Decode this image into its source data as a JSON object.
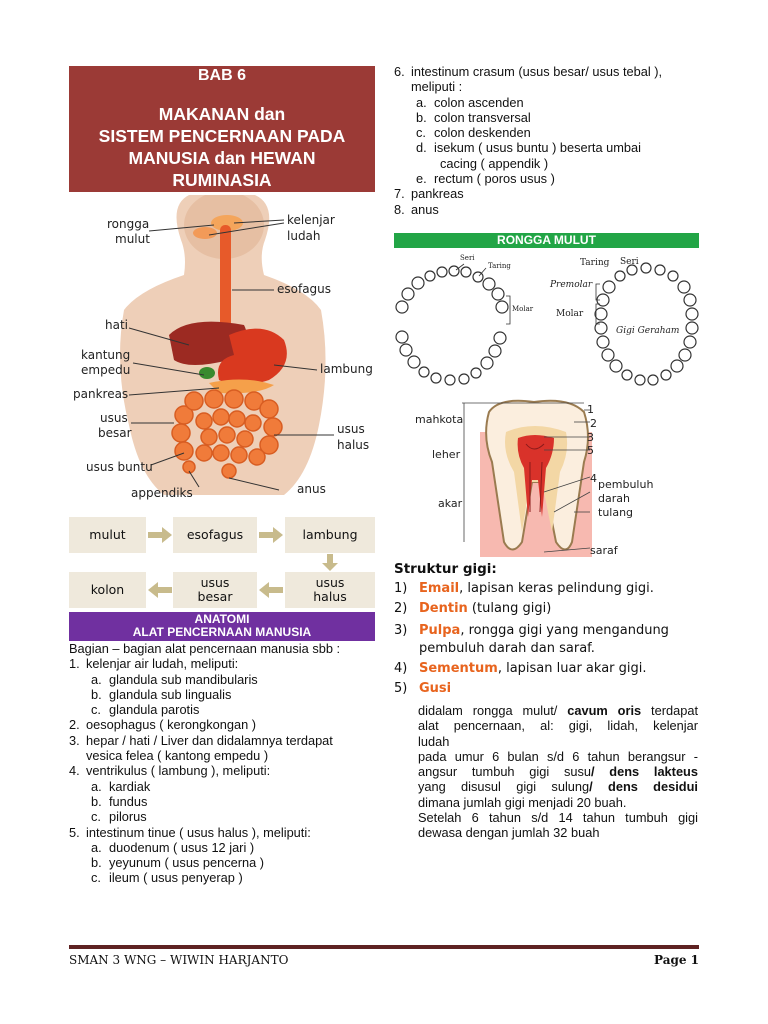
{
  "title": {
    "bab": "BAB 6",
    "line1": "MAKANAN dan",
    "line2": "SISTEM PENCERNAAN PADA",
    "line3": "MANUSIA dan HEWAN",
    "line4": "RUMINASIA"
  },
  "body_labels": {
    "rongga_mulut_1": "rongga",
    "rongga_mulut_2": "mulut",
    "kelenjar_1": "kelenjar",
    "kelenjar_2": "ludah",
    "esofagus": "esofagus",
    "hati": "hati",
    "kantung_1": "kantung",
    "kantung_2": "empedu",
    "lambung": "lambung",
    "pankreas": "pankreas",
    "usus_besar_1": "usus",
    "usus_besar_2": "besar",
    "usus_halus_1": "usus",
    "usus_halus_2": "halus",
    "usus_buntu": "usus buntu",
    "anus": "anus",
    "appendiks": "appendiks"
  },
  "flow": {
    "mulut": "mulut",
    "esofagus": "esofagus",
    "lambung": "lambung",
    "kolon": "kolon",
    "usus_besar_1": "usus",
    "usus_besar_2": "besar",
    "usus_halus_1": "usus",
    "usus_halus_2": "halus"
  },
  "anatomi": {
    "line1": "ANATOMI",
    "line2": "ALAT PENCERNAAN MANUSIA"
  },
  "left_list": [
    {
      "n": "",
      "t": "Bagian – bagian alat pencernaan manusia sbb :",
      "indent": 0
    },
    {
      "n": "1.",
      "t": "kelenjar air ludah, meliputi:",
      "indent": 0
    },
    {
      "n": "a.",
      "t": "glandula sub mandibularis",
      "indent": 1
    },
    {
      "n": "b.",
      "t": "glandula sub lingualis",
      "indent": 1
    },
    {
      "n": "c.",
      "t": "glandula parotis",
      "indent": 1
    },
    {
      "n": "2.",
      "t": "oesophagus ( kerongkongan )",
      "indent": 0
    },
    {
      "n": "3.",
      "t": "hepar / hati / Liver dan didalamnya terdapat",
      "indent": 0
    },
    {
      "n": "",
      "t": "vesica felea ( kantong empedu )",
      "indent": 2
    },
    {
      "n": "4.",
      "t": "ventrikulus ( lambung ), meliputi:",
      "indent": 0
    },
    {
      "n": "a.",
      "t": "kardiak",
      "indent": 1
    },
    {
      "n": "b.",
      "t": "fundus",
      "indent": 1
    },
    {
      "n": "c.",
      "t": "pilorus",
      "indent": 1
    },
    {
      "n": "5.",
      "t": "intestinum tinue ( usus halus ), meliputi:",
      "indent": 0
    },
    {
      "n": "a.",
      "t": "duodenum ( usus 12 jari )",
      "indent": 1
    },
    {
      "n": "b.",
      "t": "yeyunum ( usus pencerna )",
      "indent": 1
    },
    {
      "n": "c.",
      "t": "ileum ( usus penyerap )",
      "indent": 1
    }
  ],
  "right_list": [
    {
      "n": "6.",
      "t": "intestinum crasum (usus besar/ usus tebal ),",
      "indent": 0
    },
    {
      "n": "",
      "t": "meliputi :",
      "indent": 2
    },
    {
      "n": "a.",
      "t": "colon ascenden",
      "indent": 1
    },
    {
      "n": "b.",
      "t": "colon transversal",
      "indent": 1
    },
    {
      "n": "c.",
      "t": "colon deskenden",
      "indent": 1
    },
    {
      "n": "d.",
      "t": "isekum ( usus buntu ) beserta umbai",
      "indent": 1
    },
    {
      "n": "",
      "t": "cacing ( appendik )",
      "indent": 3
    },
    {
      "n": "e.",
      "t": "rectum ( poros usus )",
      "indent": 1
    },
    {
      "n": "7.",
      "t": "pankreas",
      "indent": 0
    },
    {
      "n": "8.",
      "t": "anus",
      "indent": 0
    }
  ],
  "rongga_mulut": "RONGGA MULUT",
  "teeth_labels": {
    "seri": "Seri",
    "taring": "Taring",
    "molar": "Molar",
    "premolar": "Premolar",
    "gigi_geraham": "Gigi Geraham"
  },
  "tooth_labels": {
    "mahkota": "mahkota",
    "leher": "leher",
    "akar": "akar",
    "n1": "1",
    "n2": "2",
    "n3": "3",
    "n5": "5",
    "n4": "4",
    "pembuluh_1": "pembuluh",
    "pembuluh_2": "darah",
    "tulang": "tulang",
    "saraf": "saraf"
  },
  "struktur": {
    "heading": "Struktur gigi:",
    "items": [
      {
        "n": "1)",
        "bold": "Email",
        "rest": ", lapisan keras pelindung gigi."
      },
      {
        "n": "2)",
        "bold": "Dentin",
        "rest": " (tulang gigi)"
      },
      {
        "n": "3)",
        "bold": "Pulpa",
        "rest": ", rongga gigi yang mengandung"
      },
      {
        "n": "",
        "bold": "",
        "rest": "pembuluh darah dan saraf."
      },
      {
        "n": "4)",
        "bold": "Sementum",
        "rest": ", lapisan luar akar gigi."
      },
      {
        "n": "5)",
        "bold": "Gusi",
        "rest": ""
      }
    ]
  },
  "paragraph": {
    "p1a": "didalam rongga mulut/ ",
    "p1b": "cavum oris",
    "p1c": " terdapat",
    "p2": "alat pencernaan, al: gigi, lidah, kelenjar",
    "p3": "ludah",
    "p4": "pada umur 6 bulan s/d 6 tahun berangsur -",
    "p5a": "angsur tumbuh gigi susu",
    "p5b": "/ dens lakteus",
    "p6a": "yang disusul gigi sulung",
    "p6b": "/ dens desidui",
    "p7": "dimana jumlah gigi menjadi 20 buah.",
    "p8": "Setelah 6 tahun s/d 14 tahun tumbuh gigi",
    "p9": "dewasa dengan jumlah 32 buah"
  },
  "footer": {
    "left": "SMAN 3 WNG – WIWIN HARJANTO",
    "right": "Page 1"
  }
}
